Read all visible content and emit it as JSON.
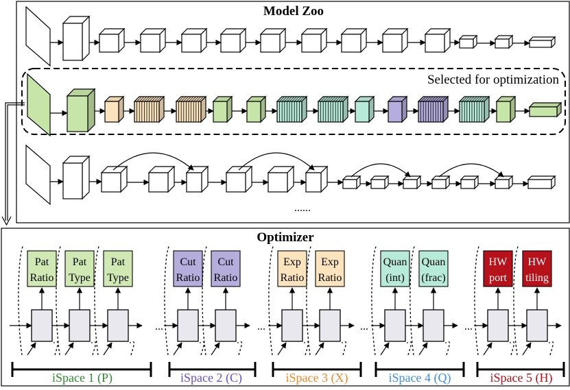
{
  "model_zoo": {
    "title": "Model Zoo",
    "selected_label": "Selected for optimization",
    "ellipsis": "......"
  },
  "optimizer": {
    "title": "Optimizer",
    "gap_ellipsis": "...",
    "spaces": [
      {
        "label": "iSpace 1 (P)",
        "color": "#2e8a2e",
        "box_fill": "#cfe8b4",
        "params": [
          [
            "Pat",
            "Ratio"
          ],
          [
            "Pat",
            "Type"
          ],
          [
            "Pat",
            "Type"
          ]
        ]
      },
      {
        "label": "iSpace 2 (C)",
        "color": "#6a4fc8",
        "box_fill": "#b5addc",
        "params": [
          [
            "Cut",
            "Ratio"
          ],
          [
            "Cut",
            "Ratio"
          ]
        ]
      },
      {
        "label": "iSpace 3 (X)",
        "color": "#ef8a2a",
        "box_fill": "#fbe3bd",
        "params": [
          [
            "Exp",
            "Ratio"
          ],
          [
            "Exp",
            "Ratio"
          ]
        ]
      },
      {
        "label": "iSpace 4 (Q)",
        "color": "#3b8fd9",
        "box_fill": "#b8ead9",
        "params": [
          [
            "Quan",
            "(int)"
          ],
          [
            "Quan",
            "(frac)"
          ]
        ]
      },
      {
        "label": "iSpace 5 (H)",
        "color": "#b5121b",
        "box_fill": "#b5121b",
        "text_color": "#ffffff",
        "params": [
          [
            "HW",
            "port"
          ],
          [
            "HW",
            "tiling"
          ]
        ]
      }
    ]
  },
  "colors": {
    "green": "#c7e5a8",
    "tan": "#fbe3bd",
    "teal": "#b8ead9",
    "purple": "#b5addc",
    "cell": "#e8e8ee"
  }
}
